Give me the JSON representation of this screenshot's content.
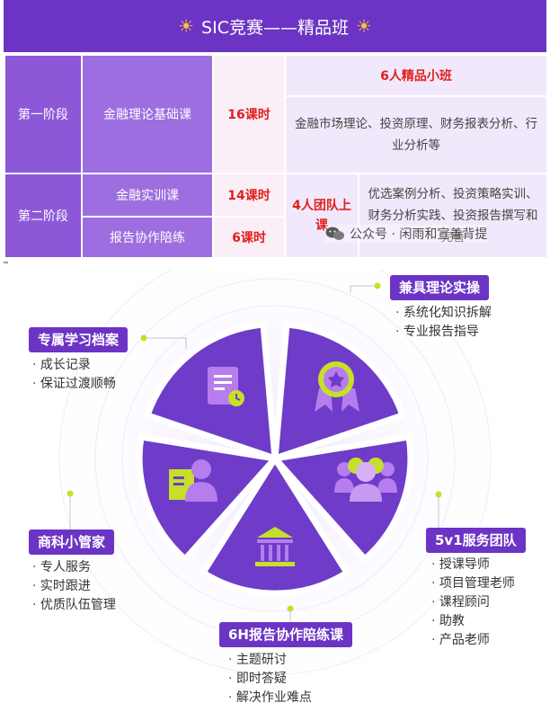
{
  "banner": {
    "title": "SIC竞赛——精品班",
    "sun_icon": "☀"
  },
  "table": {
    "stage1": "第一阶段",
    "stage2": "第二阶段",
    "course1": "金融理论基础课",
    "course2": "金融实训课",
    "course3": "报告协作陪练",
    "hours1": "16课时",
    "hours2": "14课时",
    "hours3": "6课时",
    "class6": "6人精品小班",
    "desc1": "金融市场理论、投资原理、财务报表分析、行业分析等",
    "team4": "4人团队上课",
    "desc2": "优选案例分析、投资策略实训、财务分析实践、投资报告撰写和完善"
  },
  "watermark": {
    "text": "公众号 · 闲雨和宣善背提"
  },
  "diagram": {
    "archive": {
      "title": "专属学习档案",
      "items": [
        "成长记录",
        "保证过渡顺畅"
      ]
    },
    "practice": {
      "title": "兼具理论实操",
      "items": [
        "系统化知识拆解",
        "专业报告指导"
      ]
    },
    "manager": {
      "title": "商科小管家",
      "items": [
        "专人服务",
        "实时跟进",
        "优质队伍管理"
      ]
    },
    "team": {
      "title": "5v1服务团队",
      "items": [
        "授课导师",
        "项目管理老师",
        "课程顾问",
        "助教",
        "产品老师"
      ]
    },
    "report": {
      "title": "6H报告协作陪练课",
      "items": [
        "主题研讨",
        "即时答疑",
        "解决作业难点"
      ]
    }
  },
  "colors": {
    "purple": "#6c34c4",
    "lime": "#c6e02a",
    "pale": "#f1e9fb",
    "red": "#e0201e"
  }
}
